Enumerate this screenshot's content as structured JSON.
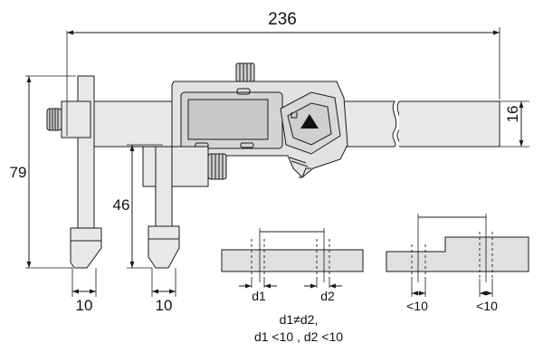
{
  "dimensions": {
    "overall_length": "236",
    "beam_height": "16",
    "jaw_height": "79",
    "jaw_depth": "46",
    "tip_width_left": "10",
    "tip_width_right": "10"
  },
  "detail_a": {
    "label_d1": "d1",
    "label_d2": "d2"
  },
  "detail_b": {
    "label_left": "<10",
    "label_right": "<10"
  },
  "caption": {
    "line1": "d1≠d2,",
    "line2": "d1 <10 , d2 <10"
  },
  "colors": {
    "line": "#1a1a1a",
    "fill": "#e6e6e6",
    "display": "#d4d4d4"
  }
}
